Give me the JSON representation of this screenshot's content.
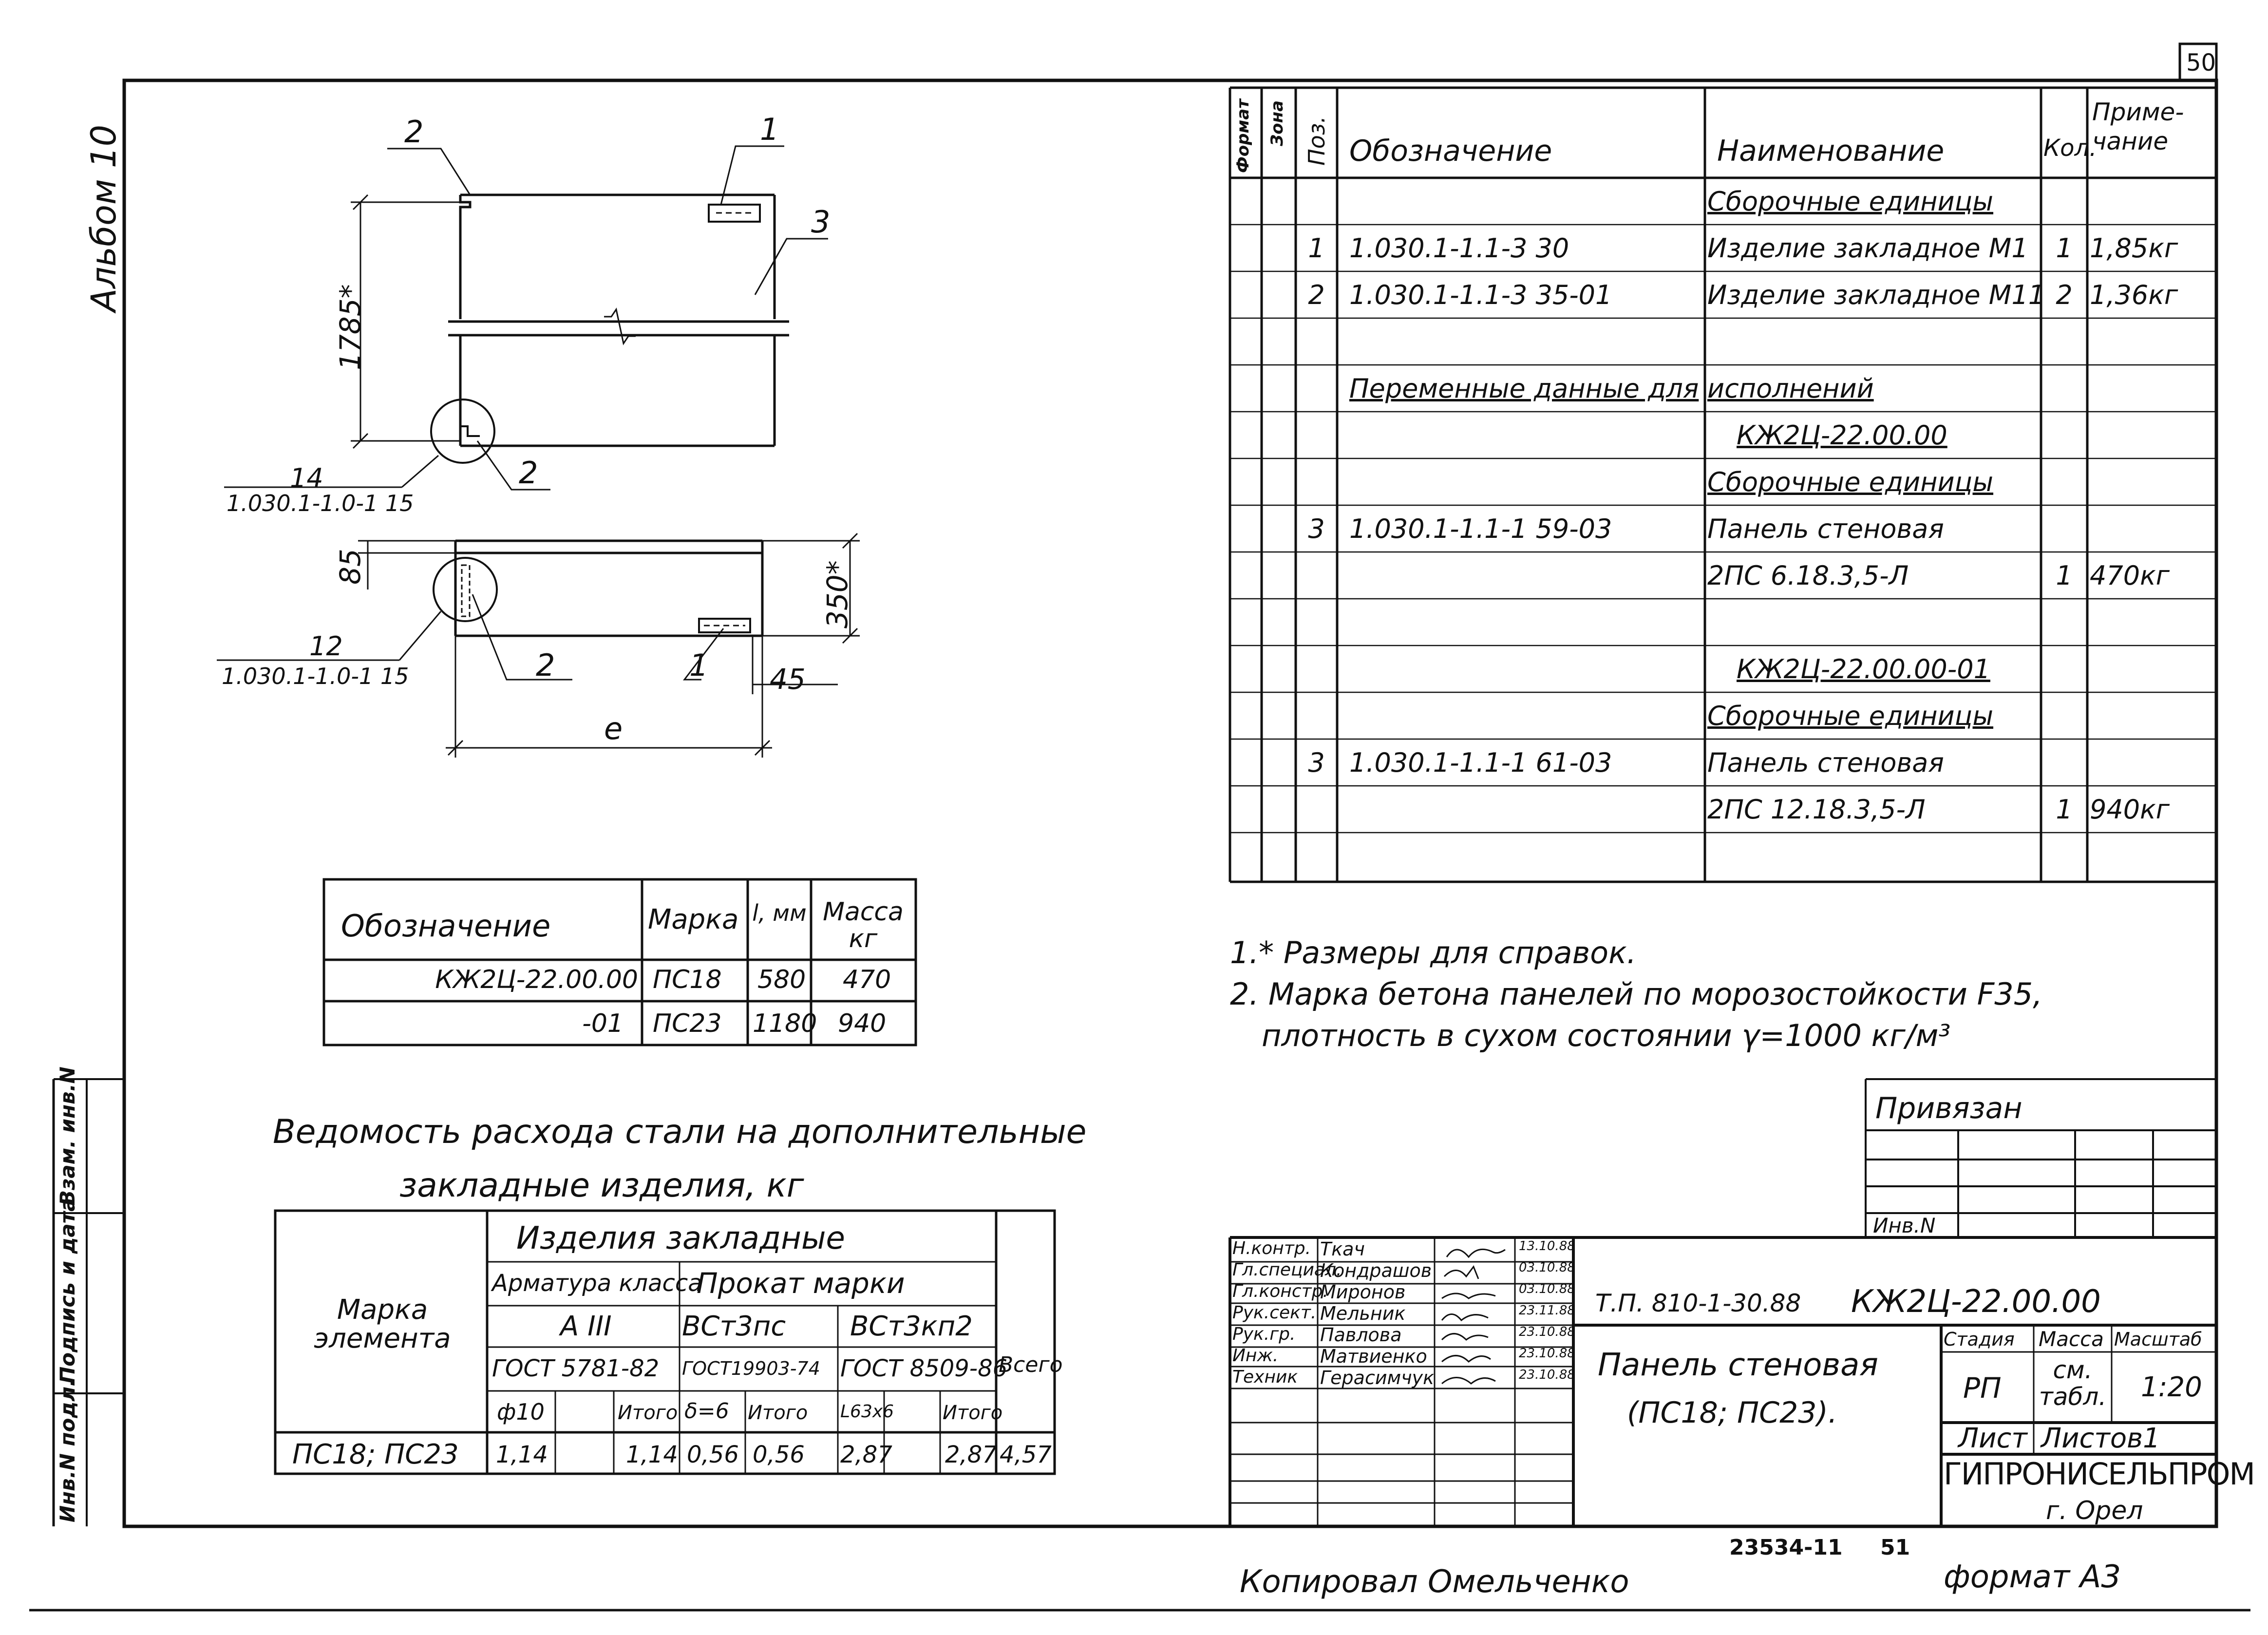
{
  "sheet_number": "50",
  "album_label": "Альбом 10",
  "left_strip": {
    "inv_podl": "Инв.N подл.",
    "podpis_data": "Подпись и дата",
    "vzam_inv": "Взам. инв.N"
  },
  "drawing": {
    "dim_height": "1785*",
    "dim_350": "350*",
    "dim_85": "85",
    "dim_45": "45",
    "dim_l": "e",
    "pos_1a": "1",
    "pos_2a": "2",
    "pos_3": "3",
    "pos_2b": "2",
    "pos_2c": "2",
    "pos_1b": "1",
    "node_14": "14",
    "node_14_ref": "1.030.1-1.0-1 15",
    "node_12": "12",
    "node_12_ref": "1.030.1-1.0-1 15"
  },
  "spec": {
    "headers": {
      "format": "Формат",
      "zone": "Зона",
      "pos": "Поз.",
      "designation": "Обозначение",
      "name": "Наименование",
      "qty": "Кол.",
      "note": "Приме-чание"
    },
    "rows": [
      {
        "pos": "",
        "designation": "",
        "name": "Сборочные единицы",
        "qty": "",
        "note": ""
      },
      {
        "pos": "1",
        "designation": "1.030.1-1.1-3 30",
        "name": "Изделие закладное М1",
        "qty": "1",
        "note": "1,85кг"
      },
      {
        "pos": "2",
        "designation": "1.030.1-1.1-3 35-01",
        "name": "Изделие закладное М11",
        "qty": "2",
        "note": "1,36кг"
      },
      {
        "pos": "",
        "designation": "",
        "name": "",
        "qty": "",
        "note": ""
      },
      {
        "pos": "",
        "designation": "Переменные данные для",
        "name": "исполнений",
        "qty": "",
        "note": ""
      },
      {
        "pos": "",
        "designation": "",
        "name": "КЖ2Ц-22.00.00",
        "qty": "",
        "note": ""
      },
      {
        "pos": "",
        "designation": "",
        "name": "Сборочные единицы",
        "qty": "",
        "note": ""
      },
      {
        "pos": "3",
        "designation": "1.030.1-1.1-1 59-03",
        "name": "Панель стеновая",
        "qty": "",
        "note": ""
      },
      {
        "pos": "",
        "designation": "",
        "name": "2ПС 6.18.3,5-Л",
        "qty": "1",
        "note": "470кг"
      },
      {
        "pos": "",
        "designation": "",
        "name": "",
        "qty": "",
        "note": ""
      },
      {
        "pos": "",
        "designation": "",
        "name": "КЖ2Ц-22.00.00-01",
        "qty": "",
        "note": ""
      },
      {
        "pos": "",
        "designation": "",
        "name": "Сборочные единицы",
        "qty": "",
        "note": ""
      },
      {
        "pos": "3",
        "designation": "1.030.1-1.1-1 61-03",
        "name": "Панель стеновая",
        "qty": "",
        "note": ""
      },
      {
        "pos": "",
        "designation": "",
        "name": "2ПС 12.18.3,5-Л",
        "qty": "1",
        "note": "940кг"
      },
      {
        "pos": "",
        "designation": "",
        "name": "",
        "qty": "",
        "note": ""
      }
    ]
  },
  "mark_table": {
    "headers": {
      "designation": "Обозначение",
      "mark": "Марка",
      "l": "l, мм",
      "mass": "Масса кг"
    },
    "rows": [
      {
        "designation": "КЖ2Ц-22.00.00",
        "mark": "ПС18",
        "l": "580",
        "mass": "470"
      },
      {
        "designation": "-01",
        "mark": "ПС23",
        "l": "1180",
        "mass": "940"
      }
    ]
  },
  "notes": {
    "n1": "1.* Размеры для справок.",
    "n2": "2. Марка бетона панелей по морозостойкости F35,",
    "n3": "плотность в сухом состоянии γ=1000 кг/м³"
  },
  "steel": {
    "title1": "Ведомость расхода стали на дополнительные",
    "title2": "закладные изделия, кг",
    "h_mark": "Марка элемента",
    "h_items": "Изделия закладные",
    "h_armatura": "Арматура класса",
    "h_prokat": "Прокат марки",
    "h_a3": "А III",
    "h_vst3ps": "ВСт3пс",
    "h_vst3kp2": "ВСт3кп2",
    "h_gost1": "ГОСТ 5781-82",
    "h_gost2": "ГОСТ19903-74",
    "h_gost3": "ГОСТ 8509-86",
    "h_vsego": "Всего",
    "h_d10": "ф10",
    "h_itogo1": "Итого",
    "h_d6": "δ=6",
    "h_itogo2": "Итого",
    "h_l63": "L63x6",
    "h_itogo3": "Итого",
    "row": {
      "mark": "ПС18; ПС23",
      "d10": "1,14",
      "itogo1": "1,14",
      "d6": "0,56",
      "itogo2": "0,56",
      "l63": "2,87",
      "itogo3": "2,87",
      "vsego": "4,57"
    }
  },
  "stamp": {
    "privyazan": "Привязан",
    "inv_n": "Инв.N",
    "roles": [
      {
        "role": "Н.контр.",
        "name": "Ткач",
        "date": "13.10.88"
      },
      {
        "role": "Гл.специал.",
        "name": "Кондрашов",
        "date": "03.10.88"
      },
      {
        "role": "Гл.констр.",
        "name": "Миронов",
        "date": "03.10.88"
      },
      {
        "role": "Рук.сект.",
        "name": "Мельник",
        "date": "23.11.88"
      },
      {
        "role": "Рук.гр.",
        "name": "Павлова",
        "date": "23.10.88"
      },
      {
        "role": "Инж.",
        "name": "Матвиенко",
        "date": "23.10.88"
      },
      {
        "role": "Техник",
        "name": "Герасимчук",
        "date": "23.10.88"
      }
    ],
    "code": "Т.П. 810-1-30.88",
    "doc": "КЖ2Ц-22.00.00",
    "title1": "Панель стеновая",
    "title2": "(ПС18; ПС23).",
    "h_stadia": "Стадия",
    "h_massa": "Масса",
    "h_masshtab": "Масштаб",
    "stadia": "РП",
    "massa": "см. табл.",
    "masshtab": "1:20",
    "h_list": "Лист",
    "h_listov": "Листов1",
    "org": "ГИПРОНИСЕЛЬПРОМ",
    "city": "г. Орел"
  },
  "footer": {
    "order": "23534-11",
    "page": "51",
    "copied": "Копировал Омельченко",
    "format": "формат А3"
  }
}
